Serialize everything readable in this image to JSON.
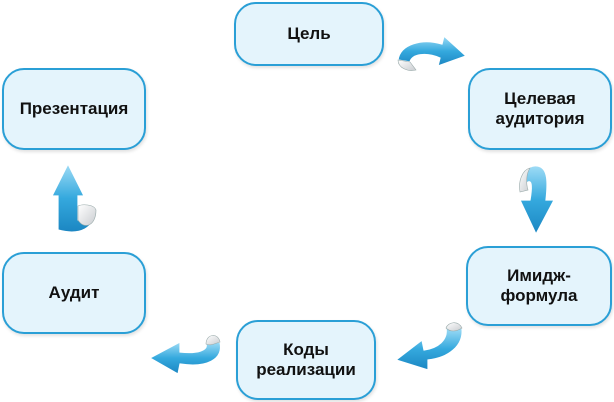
{
  "diagram": {
    "type": "cycle",
    "nodes": [
      {
        "id": "goal",
        "label": "Цель"
      },
      {
        "id": "target-audience",
        "label": "Целевая\nаудитория"
      },
      {
        "id": "image-formula",
        "label": "Имидж-\nформула"
      },
      {
        "id": "implementation-codes",
        "label": "Коды\nреализации"
      },
      {
        "id": "audit",
        "label": "Аудит"
      },
      {
        "id": "presentation",
        "label": "Презентация"
      }
    ],
    "edges": [
      {
        "from": "goal",
        "to": "target-audience"
      },
      {
        "from": "target-audience",
        "to": "image-formula"
      },
      {
        "from": "image-formula",
        "to": "implementation-codes"
      },
      {
        "from": "implementation-codes",
        "to": "audit"
      },
      {
        "from": "audit",
        "to": "presentation"
      }
    ],
    "colors": {
      "box_fill": "#e4f4fc",
      "box_border": "#2a9fd6",
      "arrow": "#3aaee0"
    }
  }
}
